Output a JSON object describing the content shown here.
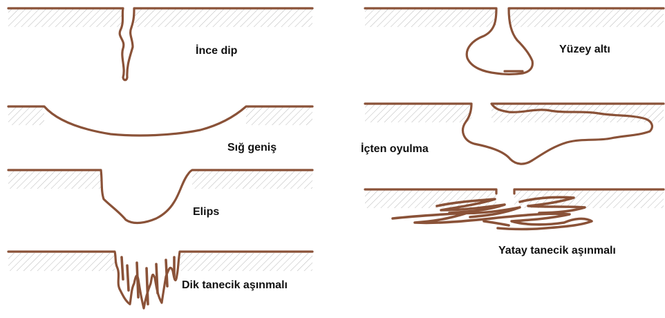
{
  "diagram": {
    "colors": {
      "outline": "#8a5238",
      "hatch": "#b4b4b4",
      "background": "#ffffff"
    },
    "panels": [
      {
        "id": "narrow-deep",
        "label": "İnce dip"
      },
      {
        "id": "shallow-wide",
        "label": "Sığ geniş"
      },
      {
        "id": "elliptical",
        "label": "Elips"
      },
      {
        "id": "vertical-grain",
        "label": "Dik tanecik aşınmalı"
      },
      {
        "id": "subsurface",
        "label": "Yüzey altı"
      },
      {
        "id": "undercutting",
        "label": "İçten oyulma"
      },
      {
        "id": "horizontal-grain",
        "label": "Yatay tanecik aşınmalı"
      }
    ]
  }
}
